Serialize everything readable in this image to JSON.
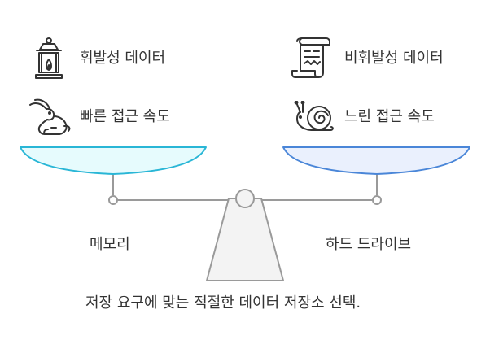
{
  "left": {
    "property": "휘발성 데이터",
    "speed": "빠른 접근 속도",
    "name": "메모리",
    "property_icon": "lantern-icon",
    "speed_icon": "rabbit-icon",
    "pan_fill": "#e6fbfd",
    "pan_stroke": "#29b6d6"
  },
  "right": {
    "property": "비휘발성 데이터",
    "speed": "느린 접근 속도",
    "name": "하드 드라이브",
    "property_icon": "scroll-icon",
    "speed_icon": "snail-icon",
    "pan_fill": "#eaf0fd",
    "pan_stroke": "#4a86d8"
  },
  "caption": "저장 요구에 맞는 적절한 데이터 저장소 선택."
}
